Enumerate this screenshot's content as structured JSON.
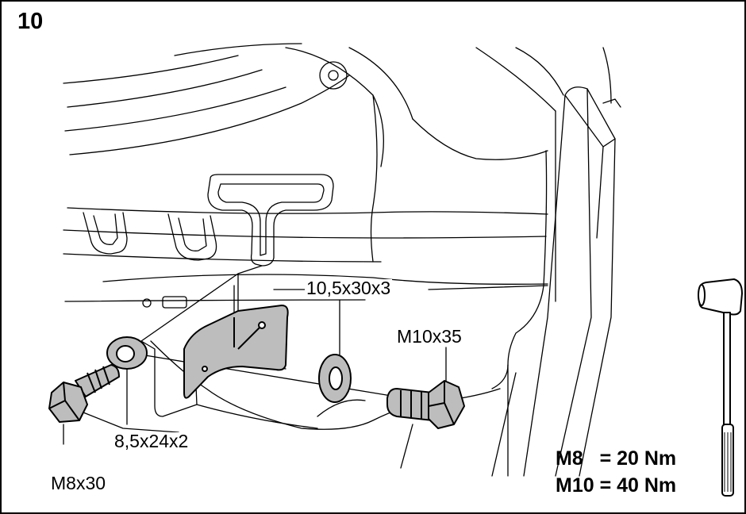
{
  "step_number": "10",
  "parts": {
    "washer_large": "10,5x30x3",
    "bolt_large": "M10x35",
    "washer_small": "8,5x24x2",
    "bolt_small": "M8x30"
  },
  "torque": {
    "m8": "M8   = 20 Nm",
    "m10": "M10 = 40 Nm"
  },
  "icons": {
    "tool": "torque-wrench-icon"
  },
  "colors": {
    "line": "#000000",
    "part_fill": "#bdbdbd",
    "background": "#ffffff"
  }
}
